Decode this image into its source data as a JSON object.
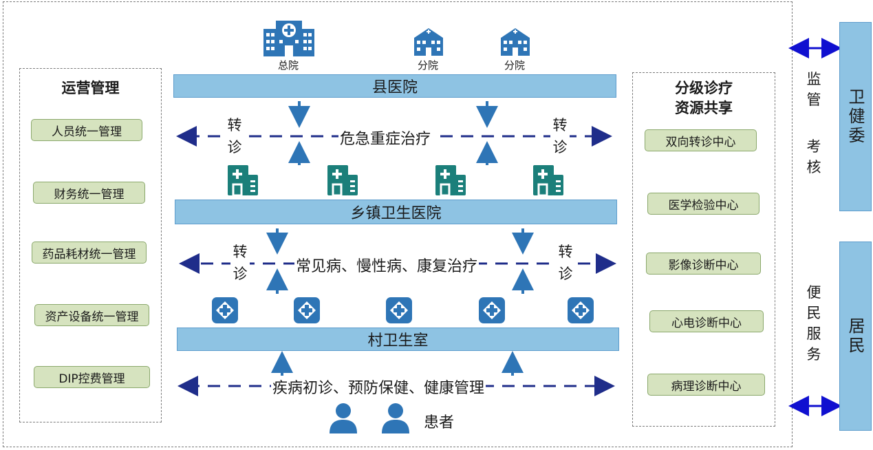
{
  "left_panel": {
    "title": "运营管理",
    "items": [
      "人员统一管理",
      "财务统一管理",
      "药品耗材统一管理",
      "资产设备统一管理",
      "DIP控费管理"
    ]
  },
  "right_panel": {
    "title_line1": "分级诊疗",
    "title_line2": "资源共享",
    "items": [
      "双向转诊中心",
      "医学检验中心",
      "影像诊断中心",
      "心电诊断中心",
      "病理诊断中心"
    ]
  },
  "hospitals": {
    "main_label": "总院",
    "branch_label_1": "分院",
    "branch_label_2": "分院"
  },
  "tiers": {
    "county": "县医院",
    "township": "乡镇卫生医院",
    "village": "村卫生室"
  },
  "lanes": {
    "lane1_text": "危急重症治疗",
    "lane2_text": "常见病、慢性病、康复治疗",
    "lane3_text": "疾病初诊、预防保健、健康管理",
    "referral_label_line1": "转",
    "referral_label_line2": "诊"
  },
  "patients": {
    "label": "患者"
  },
  "right_side": {
    "supervise_1": "监",
    "supervise_2": "管",
    "assess_1": "考",
    "assess_2": "核",
    "health_commission": "卫健委",
    "service_1": "便",
    "service_2": "民",
    "service_3": "服",
    "service_4": "务",
    "residents": "居民"
  },
  "colors": {
    "tier_fill": "#8ec3e3",
    "chip_fill": "#d6e3bf",
    "arrow_blue": "#2e75b6",
    "dash_navy": "#1f2d8a",
    "township_icon": "#1b7f7a",
    "double_arrow": "#1010d0"
  }
}
